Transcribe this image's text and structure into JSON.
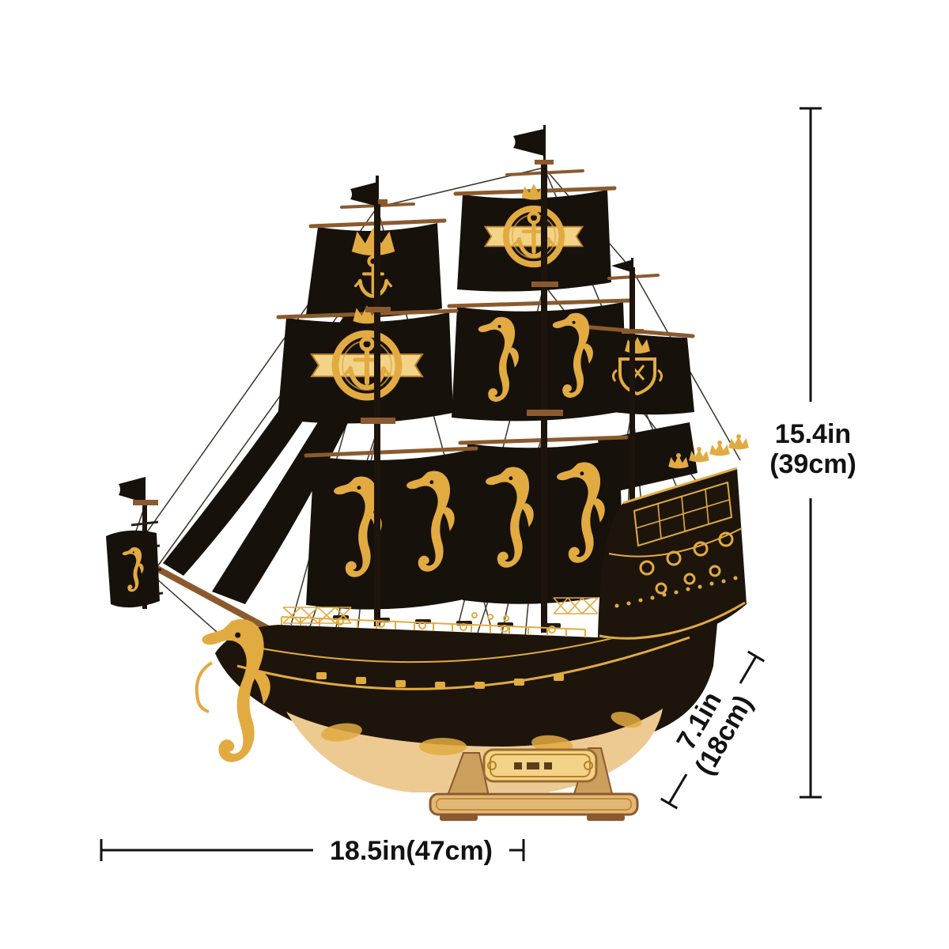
{
  "colors": {
    "background": "#ffffff",
    "sail-black": "#17110b",
    "hull-black": "#1d150c",
    "gold": "#e2ab41",
    "gold-light": "#f2d388",
    "gold-dark": "#b97f24",
    "wood": "#ecca92",
    "wood-dark": "#8a5a2e",
    "dimension-line": "#121212"
  },
  "illustration": {
    "subject": "black-pirate-ship-3d-wooden-puzzle-model",
    "emblem_icons": [
      "anchor-rope-ring-icon",
      "seahorse-icon",
      "crown-icon",
      "crest-shield-icon",
      "flag-icon"
    ]
  },
  "dimensions": {
    "height": {
      "imperial": "15.4in",
      "metric": "(39cm)"
    },
    "length": {
      "label": "18.5in(47cm)"
    },
    "depth": {
      "imperial": "7.1in",
      "metric": "(18cm)"
    }
  }
}
